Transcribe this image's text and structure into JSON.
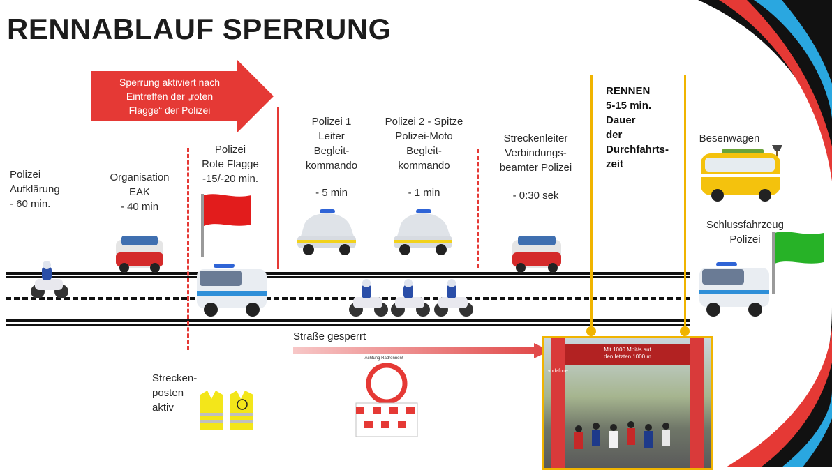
{
  "title": "RENNABLAUF SPERRUNG",
  "arrow_text": "Sperrung aktiviert nach\nEintreffen der „roten\nFlagge“ der Polizei",
  "stages": [
    {
      "id": "aufklaerung",
      "text": "Polizei\nAufklärung\n- 60 min."
    },
    {
      "id": "organisation",
      "text": "Organisation\nEAK\n- 40 min"
    },
    {
      "id": "rote_flagge",
      "text": "Polizei\nRote Flagge\n-15/-20 min."
    },
    {
      "id": "polizei1",
      "text": "Polizei 1\nLeiter\nBegleit-\nkommando"
    },
    {
      "id": "polizei1_time",
      "text": "- 5 min"
    },
    {
      "id": "polizei2",
      "text": "Polizei 2 - Spitze\nPolizei-Moto\nBegleit-\nkommando"
    },
    {
      "id": "polizei2_time",
      "text": "- 1 min"
    },
    {
      "id": "streckenleiter",
      "text": "Streckenleiter\nVerbindungs-\nbeamter Polizei"
    },
    {
      "id": "streckenleiter_time",
      "text": "- 0:30 sek"
    },
    {
      "id": "rennen",
      "text": "RENNEN\n5-15 min.\nDauer\nder\nDurchfahrts-\nzeit"
    },
    {
      "id": "besenwagen",
      "text": "Besenwagen"
    },
    {
      "id": "schlussfahrzeug",
      "text": "Schlussfahrzeug\nPolizei"
    },
    {
      "id": "streckenposten",
      "text": "Strecken-\nposten\naktiv"
    }
  ],
  "road_closed_label": "Straße gesperrt",
  "sign_caption": "Achtung Radrennen!",
  "finish_banner": "Mit 1000 Mbit/s auf\nden letzten 1000 m",
  "finish_brand": "vodafone",
  "colors": {
    "accent_red": "#e53935",
    "gold": "#f0b400",
    "flag_red": "#e21c1c",
    "flag_green": "#27b227"
  }
}
